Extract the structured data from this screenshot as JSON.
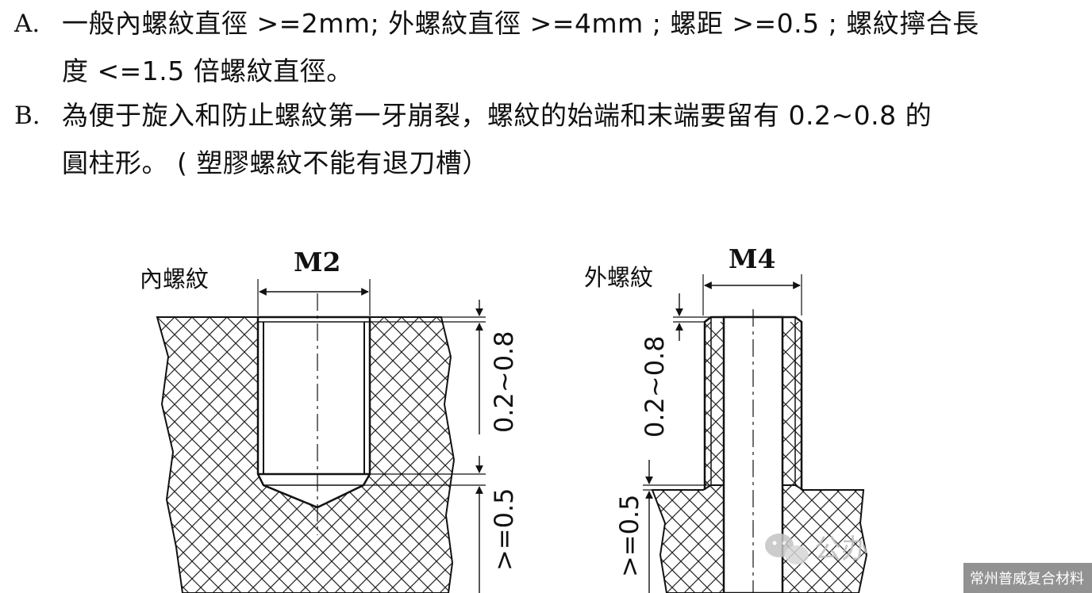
{
  "paragraphs": [
    {
      "label": "A.",
      "lines": [
        "一般內螺紋直徑 >=2mm; 外螺紋直徑 >=4mm ; 螺距 >=0.5 ; 螺紋擰合長",
        "度 <=1.5 倍螺紋直徑。"
      ]
    },
    {
      "label": "B.",
      "lines": [
        "為便于旋入和防止螺紋第一牙崩裂，螺紋的始端和末端要留有 0.2~0.8 的",
        "圓柱形。 ( 塑膠螺紋不能有退刀槽）"
      ]
    }
  ],
  "figure": {
    "internal": {
      "caption": "內螺紋",
      "diameter": "M2",
      "top_dim": "0.2~0.8",
      "bottom_dim": ">=0.5"
    },
    "external": {
      "caption": "外螺紋",
      "diameter": "M4",
      "top_dim": "0.2~0.8",
      "bottom_dim": ">=0.5"
    }
  },
  "watermark": {
    "icon": "wechat-icon",
    "text": "公办"
  },
  "credit": "常州普威复合材料"
}
